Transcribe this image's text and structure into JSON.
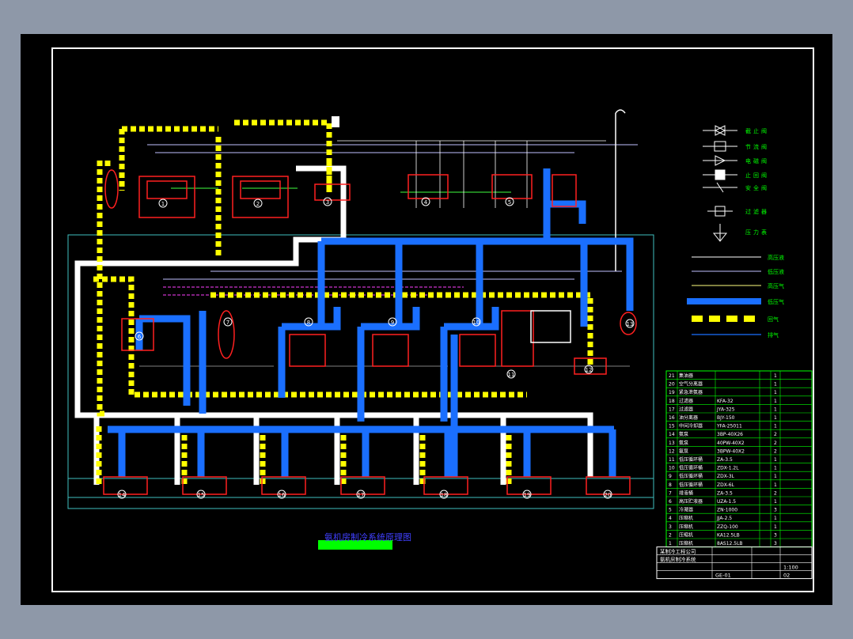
{
  "title": "氨机房制冷系统原理图",
  "colors": {
    "background": "#000000",
    "frame": "#ffffff",
    "blue_pipe": "#1a6fff",
    "yellow_pipe": "#ffff00",
    "white_pipe": "#ffffff",
    "equipment": "#ff2020",
    "table_lines": "#00ff00",
    "title_bar": "#00ff00"
  },
  "legend": {
    "symbol_labels": [
      "截止阀",
      "节流阀",
      "电磁阀",
      "止回阀",
      "安全阀",
      "过滤器",
      "压力表"
    ],
    "line_labels": [
      "高压液",
      "低压液",
      "高压气",
      "低压气",
      "回气",
      "排气"
    ]
  },
  "equipment_markers": [
    "1",
    "2",
    "3",
    "4",
    "5",
    "6",
    "7",
    "8",
    "9",
    "10",
    "11",
    "12",
    "13",
    "14",
    "15",
    "16",
    "17",
    "18",
    "19",
    "20"
  ],
  "parts_table": {
    "rows": [
      {
        "no": "21",
        "name": "集油器",
        "model": "",
        "qty": "1"
      },
      {
        "no": "20",
        "name": "空气分离器",
        "model": "",
        "qty": "1"
      },
      {
        "no": "19",
        "name": "紧急泄氨器",
        "model": "",
        "qty": "1"
      },
      {
        "no": "18",
        "name": "过滤器",
        "model": "KFA-32",
        "qty": "1"
      },
      {
        "no": "17",
        "name": "过滤器",
        "model": "JYA-325",
        "qty": "1"
      },
      {
        "no": "16",
        "name": "油分离器",
        "model": "BJY-150",
        "qty": "1"
      },
      {
        "no": "15",
        "name": "中间冷却器",
        "model": "YFA-25011",
        "qty": "1"
      },
      {
        "no": "14",
        "name": "氨泵",
        "model": "3BP-40X26",
        "qty": "2"
      },
      {
        "no": "13",
        "name": "氨泵",
        "model": "40PW-40X2",
        "qty": "2"
      },
      {
        "no": "12",
        "name": "氨泵",
        "model": "3BPW-40X2",
        "qty": "2"
      },
      {
        "no": "11",
        "name": "低压循环桶",
        "model": "ZA-3.5",
        "qty": "1"
      },
      {
        "no": "10",
        "name": "低压循环桶",
        "model": "ZDX-1.2L",
        "qty": "1"
      },
      {
        "no": "9",
        "name": "低压循环桶",
        "model": "ZDX-3L",
        "qty": "1"
      },
      {
        "no": "8",
        "name": "低压循环桶",
        "model": "ZDX-6L",
        "qty": "1"
      },
      {
        "no": "7",
        "name": "排液桶",
        "model": "ZA-3.5",
        "qty": "2"
      },
      {
        "no": "6",
        "name": "高压贮液器",
        "model": "UZA-1.5",
        "qty": "1"
      },
      {
        "no": "5",
        "name": "冷凝器",
        "model": "ZN-1000",
        "qty": "3"
      },
      {
        "no": "4",
        "name": "压缩机",
        "model": "JJA-2.5",
        "qty": "1"
      },
      {
        "no": "3",
        "name": "压缩机",
        "model": "ZZQ-100",
        "qty": "1"
      },
      {
        "no": "2",
        "name": "压缩机",
        "model": "KA12.5LB",
        "qty": "3"
      },
      {
        "no": "1",
        "name": "压缩机",
        "model": "8AS12.5LB",
        "qty": "3"
      }
    ],
    "title_block": {
      "company": "某制冷工程公司",
      "project": "氨机房制冷系统",
      "drawing_no": "GE-01",
      "scale": "1:100",
      "sheet": "02"
    }
  }
}
